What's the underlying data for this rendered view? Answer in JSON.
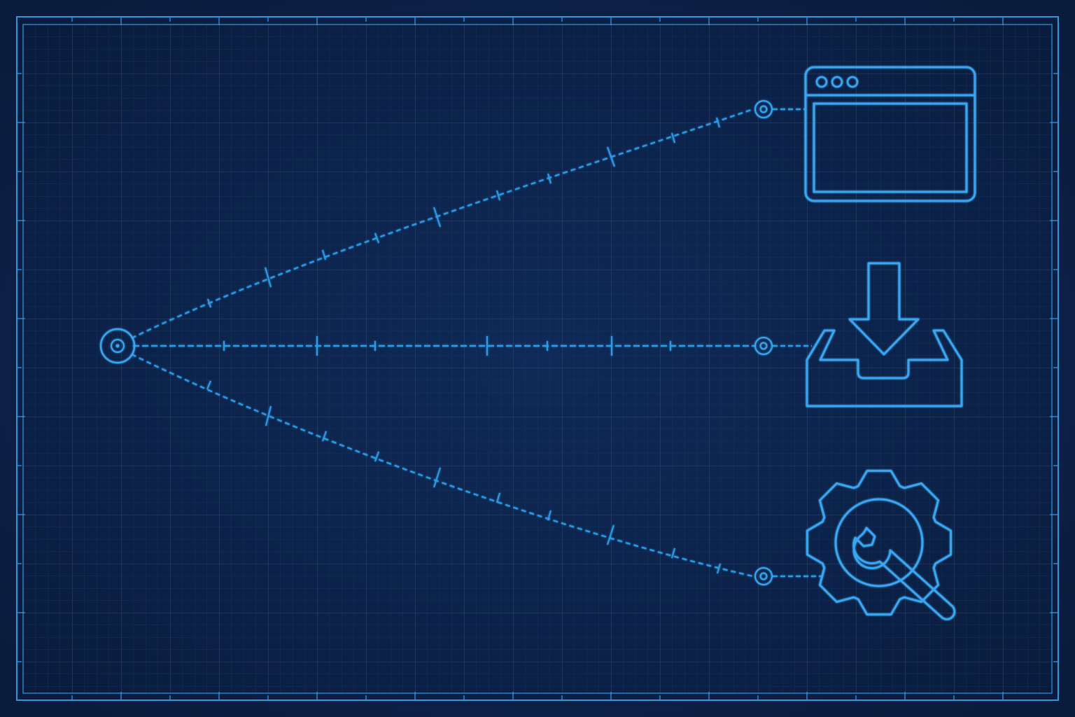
{
  "colors": {
    "background": "#0c2249",
    "grid_minor": "#1a3a6c",
    "grid_major": "#22508c",
    "line": "#2e9be6",
    "icon": "#3aa6f0",
    "frame": "#3596e0"
  },
  "diagram": {
    "origin": {
      "name": "origin-node",
      "icon": "target-circle-icon"
    },
    "targets": [
      {
        "name": "browser-window",
        "icon": "browser-window-icon"
      },
      {
        "name": "download-tray",
        "icon": "download-tray-icon"
      },
      {
        "name": "settings-wrench",
        "icon": "gear-wrench-icon"
      }
    ],
    "connector_style": "dashed",
    "grid": true
  }
}
